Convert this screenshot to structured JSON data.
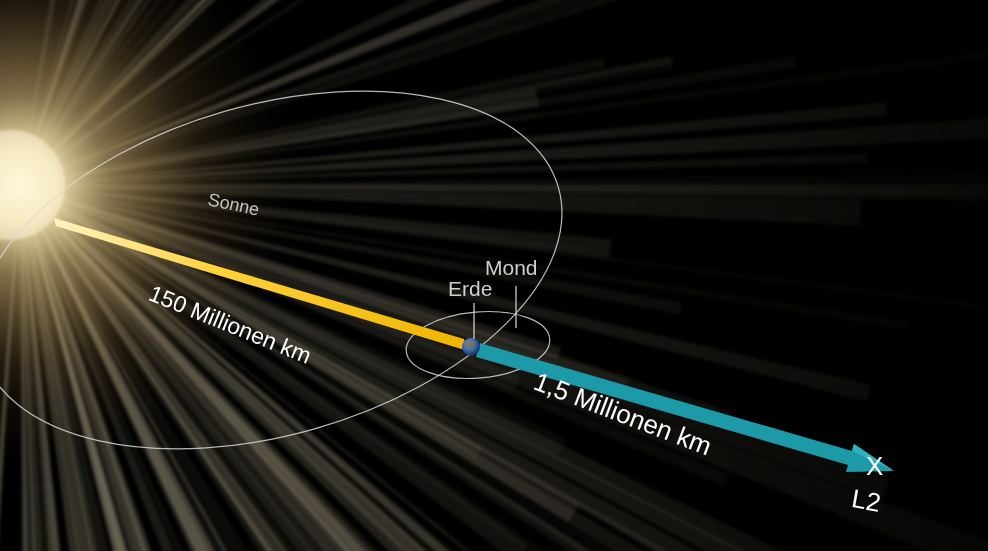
{
  "diagram": {
    "labels": [
      "Sonne",
      "Mond",
      "Erde",
      "150 Millionen km",
      "1,5 Millionen km",
      "X",
      "L2"
    ]
  }
}
